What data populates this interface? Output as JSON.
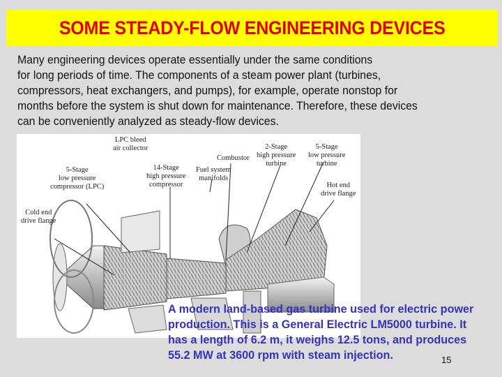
{
  "slide": {
    "title": "SOME STEADY-FLOW ENGINEERING DEVICES",
    "title_color": "#e00000",
    "title_bg": "#ffff00",
    "intro_lines": [
      "Many engineering devices operate essentially under the same conditions",
      "for long periods of time. The components of a steam power plant (turbines,",
      "compressors, heat exchangers, and pumps), for example, operate nonstop for",
      "months before the system is shut down for maintenance. Therefore, these devices",
      "can be conveniently analyzed as steady-flow devices."
    ],
    "figure": {
      "icon": "gas-turbine-cutaway-illustration",
      "labels": {
        "lpc_bleed": [
          "LPC bleed",
          "air collector"
        ],
        "lpc": [
          "5-Stage",
          "low pressure",
          "compressor (LPC)"
        ],
        "cold_end": [
          "Cold end",
          "drive flange"
        ],
        "hpc": [
          "14-Stage",
          "high pressure",
          "compressor"
        ],
        "fuel": [
          "Fuel system",
          "manifolds"
        ],
        "combustor": [
          "Combustor"
        ],
        "hpt": [
          "2-Stage",
          "high pressure",
          "turbine"
        ],
        "lpt": [
          "5-Stage",
          "low pressure",
          "turbine"
        ],
        "hot_end": [
          "Hot end",
          "drive flange"
        ]
      }
    },
    "caption_lines": [
      "A modern land-based gas turbine used for electric power",
      "production. This is a General Electric LM5000 turbine. It",
      "has a length of 6.2 m, it weighs 12.5 tons, and produces",
      "55.2 MW at 3600 rpm with steam injection."
    ],
    "caption_color": "#3333bb",
    "page_number": "15"
  }
}
